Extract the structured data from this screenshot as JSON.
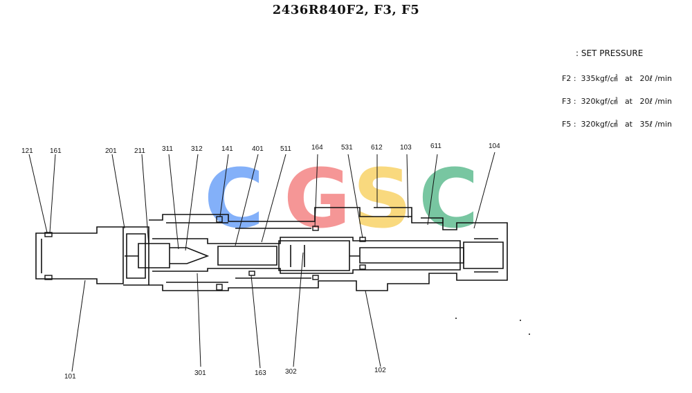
{
  "title": "2436R840F2, F3, F5",
  "specs": {
    "heading": ": SET PRESSURE",
    "rows": [
      {
        "label": "F2",
        "text": "F2 :  335kgf/㎠   at   20ℓ /min"
      },
      {
        "label": "F3",
        "text": "F3 :  320kgf/㎠   at   20ℓ /min"
      },
      {
        "label": "F5",
        "text": "F5 :  320kgf/㎠   at   35ℓ /min"
      }
    ]
  },
  "watermark": {
    "letters": [
      "C",
      "G",
      "S",
      "C"
    ],
    "colors": [
      "#4f8ff7",
      "#f26a6a",
      "#f7c948",
      "#3fae7a"
    ]
  },
  "part_labels": {
    "p121": "121",
    "p161": "161",
    "p201": "201",
    "p211": "211",
    "p311": "311",
    "p312": "312",
    "p141": "141",
    "p401": "401",
    "p511": "511",
    "p164": "164",
    "p531": "531",
    "p612": "612",
    "p103": "103",
    "p611": "611",
    "p104": "104",
    "p101": "101",
    "p301": "301",
    "p163": "163",
    "p302": "302",
    "p102": "102"
  }
}
